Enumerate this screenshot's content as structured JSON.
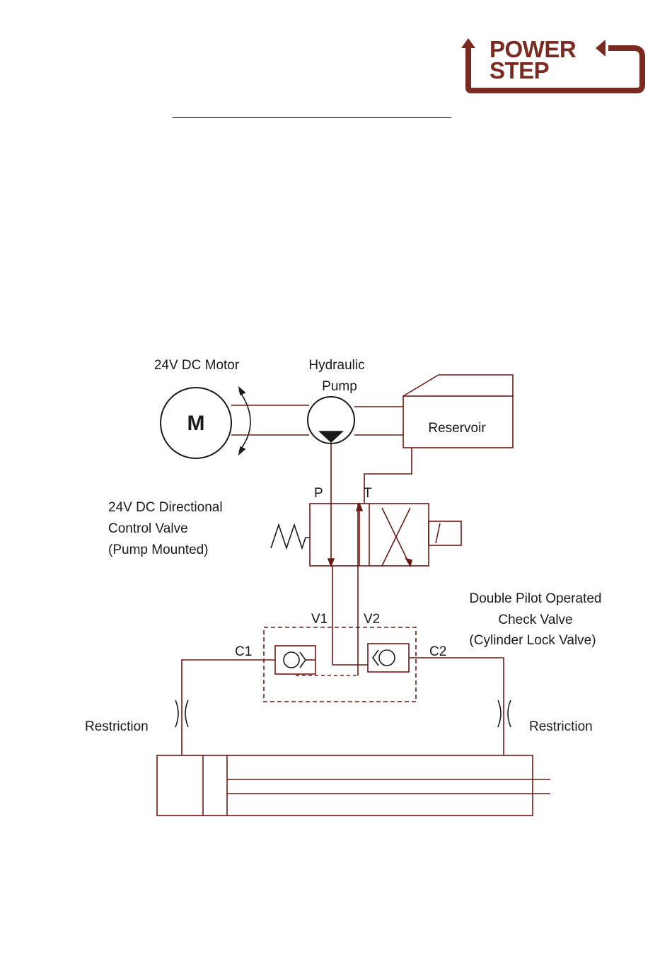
{
  "logo": {
    "line1": "POWER",
    "line2": "STEP",
    "registered": "®",
    "color": "#7a2a20"
  },
  "diagram": {
    "line_color": "#6b1a12",
    "motor": {
      "label": "24V DC Motor",
      "symbol": "M"
    },
    "pump": {
      "label_line1": "Hydraulic",
      "label_line2": "Pump"
    },
    "reservoir": {
      "label": "Reservoir"
    },
    "directional_valve": {
      "label_line1": "24V DC Directional",
      "label_line2": "Control Valve",
      "label_line3": "(Pump Mounted)",
      "port_p": "P",
      "port_t": "T"
    },
    "check_valve": {
      "label_line1": "Double Pilot Operated",
      "label_line2": "Check Valve",
      "label_line3": "(Cylinder Lock Valve)",
      "port_v1": "V1",
      "port_v2": "V2",
      "port_c1": "C1",
      "port_c2": "C2"
    },
    "restriction_left": {
      "label": "Restriction"
    },
    "restriction_right": {
      "label": "Restriction"
    }
  }
}
